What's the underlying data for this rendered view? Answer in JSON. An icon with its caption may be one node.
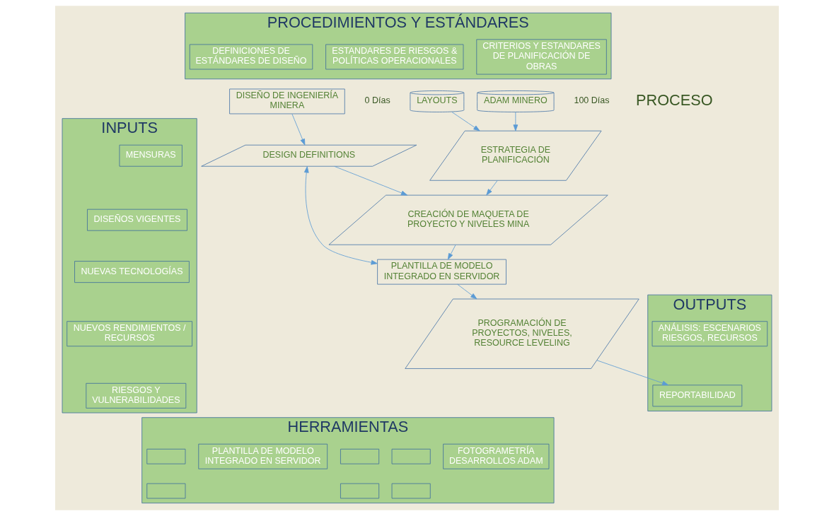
{
  "diagram": {
    "nodes": [
      {
        "text": [
          "PROCEDIMIENTOS Y ESTÁNDARES"
        ]
      },
      {
        "text": [
          "DEFINICIONES DE ESTÁNDARES DE DISEÑO"
        ],
        "in": 0
      },
      {
        "text": [
          "ESTANDARES DE RIESGOS & POLÍTICAS OPERACIONALES"
        ],
        "in": 0
      },
      {
        "text": [
          "CRITERIOS Y ESTANDARES DE PLANIFICACIÓN DE OBRAS"
        ],
        "in": 0
      },
      {
        "text": [
          "INPUTS"
        ]
      },
      {
        "text": [
          "MENSURAS"
        ],
        "in": 4
      },
      {
        "text": [
          "DISEÑOS VIGENTES"
        ],
        "in": 4
      },
      {
        "text": [
          "NUEVAS TECNOLOGÍAS"
        ],
        "in": 4
      },
      {
        "text": [
          "NUEVOS RENDIMIENTOS / RECURSOS"
        ],
        "in": 4
      },
      {
        "text": [
          "RIESGOS Y VULNERABILIDADES"
        ],
        "in": 4
      },
      {
        "text": [
          "ADAM MINERO"
        ]
      },
      {
        "text": [
          "LAYOUTS"
        ]
      },
      {
        "text": [
          "ESTRATEGIA DE PLANIFICACIÓN"
        ]
      },
      {
        "text": [
          "DISEÑO DE INGENIERÍA MINERA"
        ]
      },
      {
        "text": [
          "DESIGN DEFINITIONS"
        ]
      },
      {
        "text": [
          "CREACIÓN DE MAQUETA DE PROYECTO Y NIVELES MINA"
        ]
      },
      {
        "text": [
          "PLANTILLA DE MODELO INTEGRADO EN SERVIDOR"
        ]
      },
      {
        "text": [
          "PROGRAMACIÓN DE PROYECTOS, NIVELES, RESOURCE LEVELING"
        ]
      },
      {
        "text": [
          "OUTPUTS"
        ]
      },
      {
        "text": [
          "ANÁLISIS: ESCENARIOS RIESGOS, RECURSOS"
        ],
        "in": 18
      },
      {
        "text": [
          "REPORTABILIDAD"
        ],
        "in": 18
      },
      {
        "text": [
          "HERRAMIENTAS"
        ]
      },
      {
        "text": [],
        "shape": "box",
        "in": 21
      },
      {
        "text": [],
        "shape": "box",
        "in": 21
      },
      {
        "text": [],
        "shape": "box",
        "in": 21
      },
      {
        "text": [],
        "shape": "box",
        "in": 21
      },
      {
        "text": [],
        "shape": "box",
        "in": 21
      },
      {
        "text": [],
        "shape": "box",
        "in": 21
      },
      {
        "text": [
          "PLANTILLA DE MODELO INTEGRADO EN SERVIDOR"
        ],
        "in": 21
      },
      {
        "text": [
          "FOTOGRAMETRÍA DESARROLLOS ADAM"
        ],
        "in": 21
      }
    ],
    "edges": [
      {
        "from": 10,
        "to": 12,
        "arrow": "to"
      },
      {
        "from": 11,
        "to": 12,
        "arrow": "to"
      },
      {
        "from": 12,
        "to": 15,
        "arrow": "to"
      },
      {
        "from": 13,
        "to": 14,
        "arrow": "to"
      },
      {
        "from": 14,
        "to": 15,
        "arrow": "to"
      },
      {
        "from": 15,
        "to": 16,
        "arrow": "to"
      },
      {
        "from": 14,
        "to": 16,
        "arrow": "both"
      },
      {
        "from": 16,
        "to": 17,
        "arrow": "to"
      },
      {
        "from": 17,
        "to": 20,
        "arrow": "to"
      }
    ],
    "labels": [
      "0 Días",
      "100 Días",
      "PROCESO"
    ]
  }
}
